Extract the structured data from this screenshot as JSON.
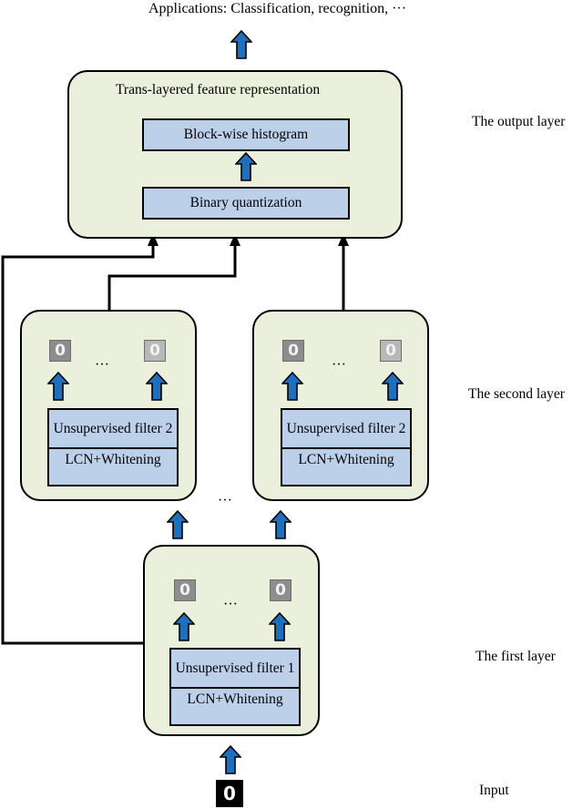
{
  "applications_label": "Applications: Classification, recognition, ···",
  "output_layer": {
    "title": "Trans-layered feature representation",
    "histogram_label": "Block-wise histogram",
    "quantization_label": "Binary quantization",
    "side_label": "The output layer"
  },
  "second_layer": {
    "side_label": "The second layer",
    "left": {
      "filter_label": "Unsupervised filter 2",
      "lcn_label": "LCN+Whitening",
      "ellipsis": "···"
    },
    "right": {
      "filter_label": "Unsupervised filter 2",
      "lcn_label": "LCN+Whitening",
      "ellipsis": "···"
    },
    "between_ellipsis": "···"
  },
  "first_layer": {
    "side_label": "The first layer",
    "filter_label": "Unsupervised filter 1",
    "lcn_label": "LCN+Whitening",
    "ellipsis": "···"
  },
  "input": {
    "side_label": "Input"
  },
  "colors": {
    "box_fill": "#eaf0dc",
    "inner_fill": "#bcd0ea",
    "arrow_fill": "#1f6fbf"
  }
}
